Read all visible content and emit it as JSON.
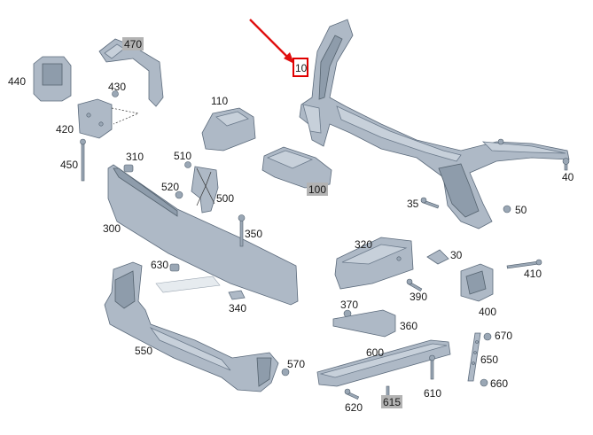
{
  "labels": {
    "p10": "10",
    "p30": "30",
    "p35": "35",
    "p40": "40",
    "p50": "50",
    "p100": "100",
    "p110": "110",
    "p300": "300",
    "p310": "310",
    "p320": "320",
    "p340": "340",
    "p350": "350",
    "p360": "360",
    "p370": "370",
    "p390": "390",
    "p400": "400",
    "p410": "410",
    "p420": "420",
    "p430": "430",
    "p440": "440",
    "p450": "450",
    "p470": "470",
    "p500": "500",
    "p510": "510",
    "p520": "520",
    "p550": "550",
    "p570": "570",
    "p600": "600",
    "p610": "610",
    "p615": "615",
    "p620": "620",
    "p630": "630",
    "p650": "650",
    "p660": "660",
    "p670": "670"
  },
  "colors": {
    "highlight_box": "#b3b3b3",
    "selection_frame": "#e00000",
    "arrow": "#e01010",
    "part_fill": "#aeb9c6"
  },
  "selected_part": "10"
}
